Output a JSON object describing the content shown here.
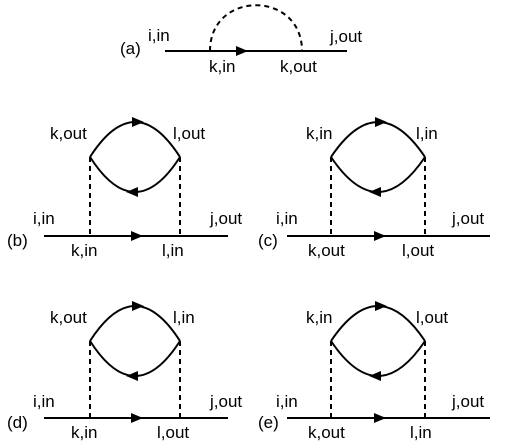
{
  "diagrams": {
    "a": {
      "tag": "(a)",
      "left": "i,in",
      "right": "j,out",
      "bottom_left": "k,in",
      "bottom_right": "k,out"
    },
    "b": {
      "tag": "(b)",
      "left": "i,in",
      "right": "j,out",
      "bottom_left": "k,in",
      "bottom_right": "l,in",
      "top_left": "k,out",
      "top_right": "l,out"
    },
    "c": {
      "tag": "(c)",
      "left": "i,in",
      "right": "j,out",
      "bottom_left": "k,out",
      "bottom_right": "l,out",
      "top_left": "k,in",
      "top_right": "l,in"
    },
    "d": {
      "tag": "(d)",
      "left": "i,in",
      "right": "j,out",
      "bottom_left": "k,in",
      "bottom_right": "l,out",
      "top_left": "k,out",
      "top_right": "l,in"
    },
    "e": {
      "tag": "(e)",
      "left": "i,in",
      "right": "j,out",
      "bottom_left": "k,out",
      "bottom_right": "l,in",
      "top_left": "k,in",
      "top_right": "l,out"
    }
  }
}
